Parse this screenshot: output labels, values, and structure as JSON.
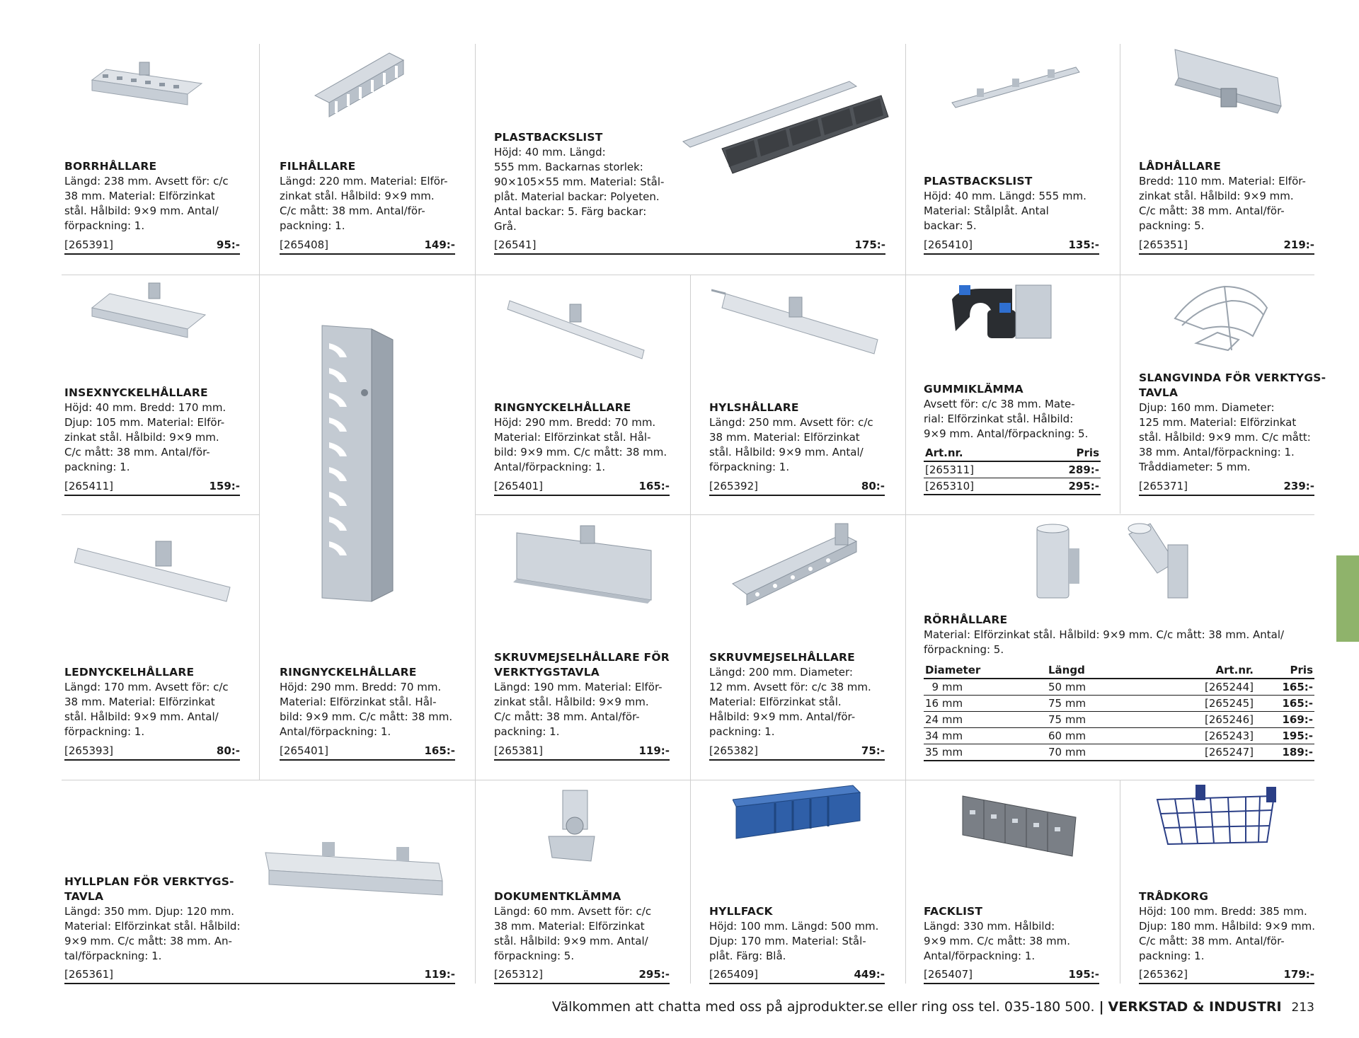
{
  "products": {
    "borrhallare": {
      "title": "BORRHÅLLARE",
      "desc": [
        "Längd: 238 mm. Avsett för: c/c",
        "38 mm. Material: Elförzinkat",
        "stål. Hålbild: 9×9 mm. Antal/",
        "förpackning: 1."
      ],
      "art": "[265391]",
      "price": "95:-"
    },
    "filhallare": {
      "title": "FILHÅLLARE",
      "desc": [
        "Längd: 220 mm. Material: Elför-",
        "zinkat stål. Hålbild: 9×9 mm.",
        "C/c mått: 38 mm. Antal/för-",
        "packning: 1."
      ],
      "art": "[265408]",
      "price": "149:-"
    },
    "plastbackslist1": {
      "title": "PLASTBACKSLIST",
      "desc": [
        "Höjd: 40 mm. Längd:",
        "555 mm. Backarnas storlek:",
        "90×105×55 mm. Material: Stål-",
        "plåt. Material backar: Polyeten.",
        "Antal backar: 5. Färg backar:",
        "Grå."
      ],
      "art": "[26541]",
      "price": "175:-"
    },
    "plastbackslist2": {
      "title": "PLASTBACKSLIST",
      "desc": [
        "Höjd: 40 mm. Längd: 555 mm.",
        "Material: Stålplåt. Antal",
        "backar: 5."
      ],
      "art": "[265410]",
      "price": "135:-"
    },
    "ladhallare": {
      "title": "LÅDHÅLLARE",
      "desc": [
        "Bredd: 110 mm. Material: Elför-",
        "zinkat stål. Hålbild: 9×9 mm.",
        "C/c mått: 38 mm. Antal/för-",
        "packning: 5."
      ],
      "art": "[265351]",
      "price": "219:-"
    },
    "insexnyckel": {
      "title": "INSEXNYCKELHÅLLARE",
      "desc": [
        "Höjd: 40 mm. Bredd: 170 mm.",
        "Djup: 105 mm. Material: Elför-",
        "zinkat stål. Hålbild: 9×9 mm.",
        "C/c mått: 38 mm. Antal/för-",
        "packning: 1."
      ],
      "art": "[265411]",
      "price": "159:-"
    },
    "ringnyckel1": {
      "title": "RINGNYCKELHÅLLARE",
      "desc": [
        "Höjd: 290 mm. Bredd: 70 mm.",
        "Material: Elförzinkat stål. Hål-",
        "bild: 9×9 mm. C/c mått: 38 mm.",
        "Antal/förpackning: 1."
      ],
      "art": "[265401]",
      "price": "165:-"
    },
    "hylshallare": {
      "title": "HYLSHÅLLARE",
      "desc": [
        "Längd: 250 mm. Avsett för: c/c",
        "38 mm. Material: Elförzinkat",
        "stål. Hålbild: 9×9 mm. Antal/",
        "förpackning: 1."
      ],
      "art": "[265392]",
      "price": "80:-"
    },
    "gummiklamma": {
      "title": "GUMMIKLÄMMA",
      "desc": [
        "Avsett för: c/c 38 mm. Mate-",
        "rial: Elförzinkat stål. Hålbild:",
        "9×9 mm. Antal/förpackning: 5."
      ],
      "col_art": "Art.nr.",
      "col_price": "Pris",
      "rows": [
        {
          "art": "[265311]",
          "price": "289:-"
        },
        {
          "art": "[265310]",
          "price": "295:-"
        }
      ]
    },
    "slangvinda": {
      "title": [
        "SLANGVINDA FÖR VERKTYGS-",
        "TAVLA"
      ],
      "desc": [
        "Djup: 160 mm. Diameter:",
        "125 mm. Material: Elförzinkat",
        "stål. Hålbild: 9×9 mm. C/c mått:",
        "38 mm. Antal/förpackning: 1.",
        "Tråddiameter: 5 mm."
      ],
      "art": "[265371]",
      "price": "239:-"
    },
    "lednyckel": {
      "title": "LEDNYCKELHÅLLARE",
      "desc": [
        "Längd: 170 mm. Avsett för: c/c",
        "38 mm. Material: Elförzinkat",
        "stål. Hålbild: 9×9 mm. Antal/",
        "förpackning: 1."
      ],
      "art": "[265393]",
      "price": "80:-"
    },
    "ringnyckel2": {
      "title": "RINGNYCKELHÅLLARE",
      "desc": [
        "Höjd: 290 mm. Bredd: 70 mm.",
        "Material: Elförzinkat stål. Hål-",
        "bild: 9×9 mm. C/c mått: 38 mm.",
        "Antal/förpackning: 1."
      ],
      "art": "[265401]",
      "price": "165:-"
    },
    "skruvmejsel1": {
      "title": [
        "SKRUVMEJSELHÅLLARE FÖR",
        "VERKTYGSTAVLA"
      ],
      "desc": [
        "Längd: 190 mm. Material: Elför-",
        "zinkat stål. Hålbild: 9×9 mm.",
        "C/c mått: 38 mm. Antal/för-",
        "packning: 1."
      ],
      "art": "[265381]",
      "price": "119:-"
    },
    "skruvmejsel2": {
      "title": "SKRUVMEJSELHÅLLARE",
      "desc": [
        "Längd: 200 mm. Diameter:",
        "12 mm. Avsett för: c/c 38 mm.",
        "Material: Elförzinkat stål.",
        "Hålbild: 9×9 mm. Antal/för-",
        "packning: 1."
      ],
      "art": "[265382]",
      "price": "75:-"
    },
    "rorhallare": {
      "title": "RÖRHÅLLARE",
      "desc": [
        "Material: Elförzinkat stål. Hålbild: 9×9 mm. C/c mått: 38 mm. Antal/",
        "förpackning: 5."
      ],
      "cols": [
        "Diameter",
        "Längd",
        "Art.nr.",
        "Pris"
      ],
      "rows": [
        [
          "9 mm",
          "50 mm",
          "[265244]",
          "165:-"
        ],
        [
          "16 mm",
          "75 mm",
          "[265245]",
          "165:-"
        ],
        [
          "24 mm",
          "75 mm",
          "[265246]",
          "169:-"
        ],
        [
          "34 mm",
          "60 mm",
          "[265243]",
          "195:-"
        ],
        [
          "35 mm",
          "70 mm",
          "[265247]",
          "189:-"
        ]
      ]
    },
    "hyllplan": {
      "title": [
        "HYLLPLAN FÖR VERKTYGS-",
        "TAVLA"
      ],
      "desc": [
        "Längd: 350 mm. Djup: 120 mm.",
        "Material: Elförzinkat stål. Hålbild:",
        "9×9 mm. C/c mått: 38 mm. An-",
        "tal/förpackning: 1."
      ],
      "art": "[265361]",
      "price": "119:-"
    },
    "dokumentklamma": {
      "title": "DOKUMENTKLÄMMA",
      "desc": [
        "Längd: 60 mm. Avsett för: c/c",
        "38 mm. Material: Elförzinkat",
        "stål. Hålbild: 9×9 mm. Antal/",
        "förpackning: 5."
      ],
      "art": "[265312]",
      "price": "295:-"
    },
    "hyllfack": {
      "title": "HYLLFACK",
      "desc": [
        "Höjd: 100 mm. Längd: 500 mm.",
        "Djup: 170 mm. Material: Stål-",
        "plåt. Färg: Blå."
      ],
      "art": "[265409]",
      "price": "449:-"
    },
    "facklist": {
      "title": "FACKLIST",
      "desc": [
        "Längd: 330 mm. Hålbild:",
        "9×9 mm. C/c mått: 38 mm.",
        "Antal/förpackning: 1."
      ],
      "art": "[265407]",
      "price": "195:-"
    },
    "tradkorg": {
      "title": "TRÅDKORG",
      "desc": [
        "Höjd: 100 mm. Bredd: 385 mm.",
        "Djup: 180 mm. Hålbild: 9×9 mm.",
        "C/c mått: 38 mm. Antal/för-",
        "packning: 1."
      ],
      "art": "[265362]",
      "price": "179:-"
    }
  },
  "footer": {
    "text": "Välkommen att chatta med oss på ajprodukter.se eller ring oss tel. 035-180 500.",
    "separator": "|",
    "section": "VERKSTAD & INDUSTRI",
    "page": "213"
  },
  "colors": {
    "tab": "#8fb36b",
    "metal": "#c9cfd6",
    "blue": "#2f5fa8",
    "grey_bin": "#555a60"
  }
}
